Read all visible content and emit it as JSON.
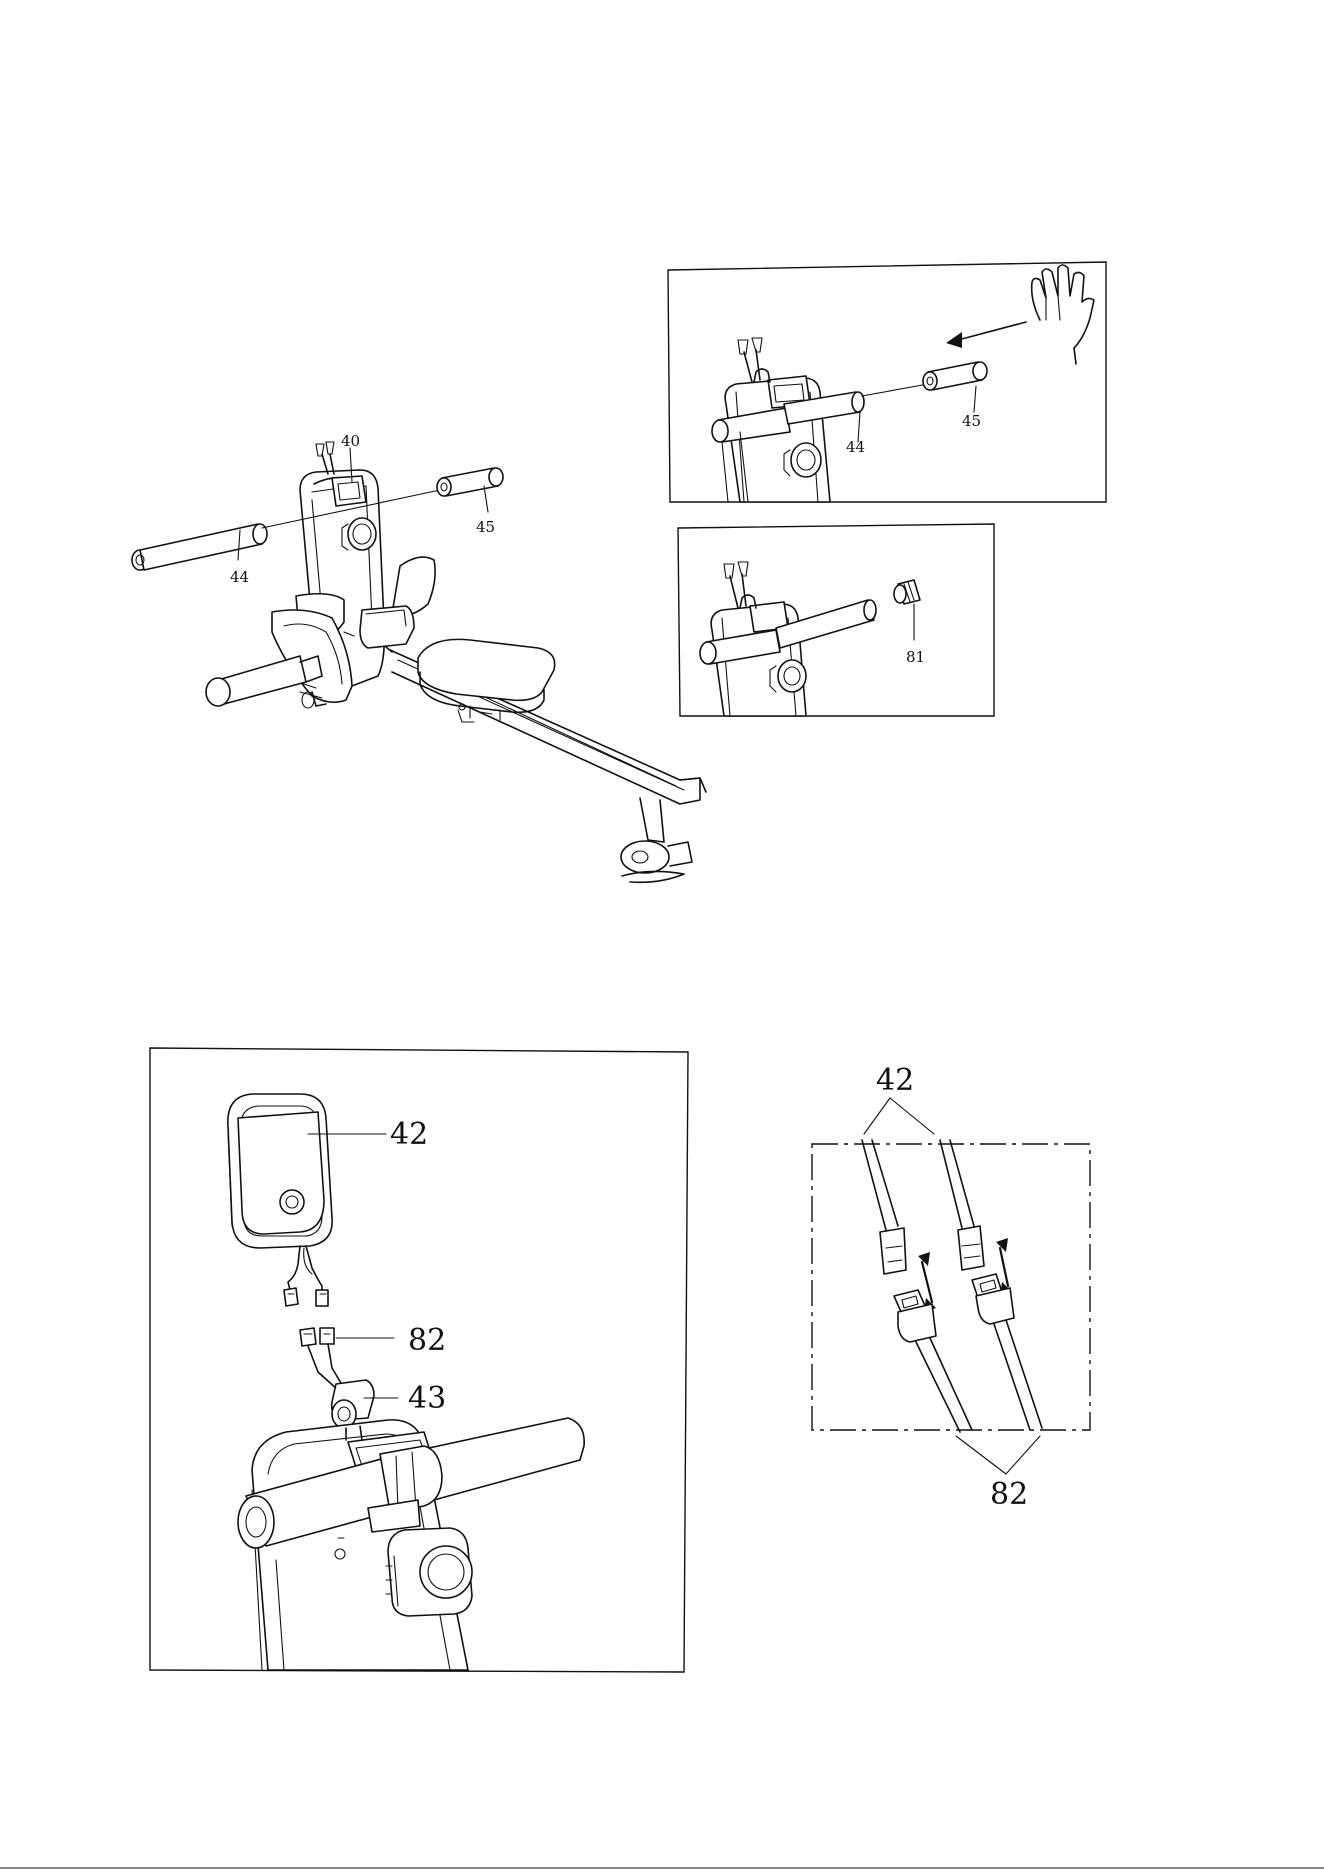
{
  "figure1": {
    "labels": {
      "p40": "40",
      "p44": "44",
      "p45": "45"
    }
  },
  "inset_a": {
    "labels": {
      "p44": "44",
      "p45": "45"
    }
  },
  "inset_b": {
    "labels": {
      "p81": "81"
    }
  },
  "figure2": {
    "labels": {
      "p42": "42",
      "p82": "82",
      "p43": "43"
    }
  },
  "figure3": {
    "labels": {
      "p42": "42",
      "p82": "82"
    }
  }
}
